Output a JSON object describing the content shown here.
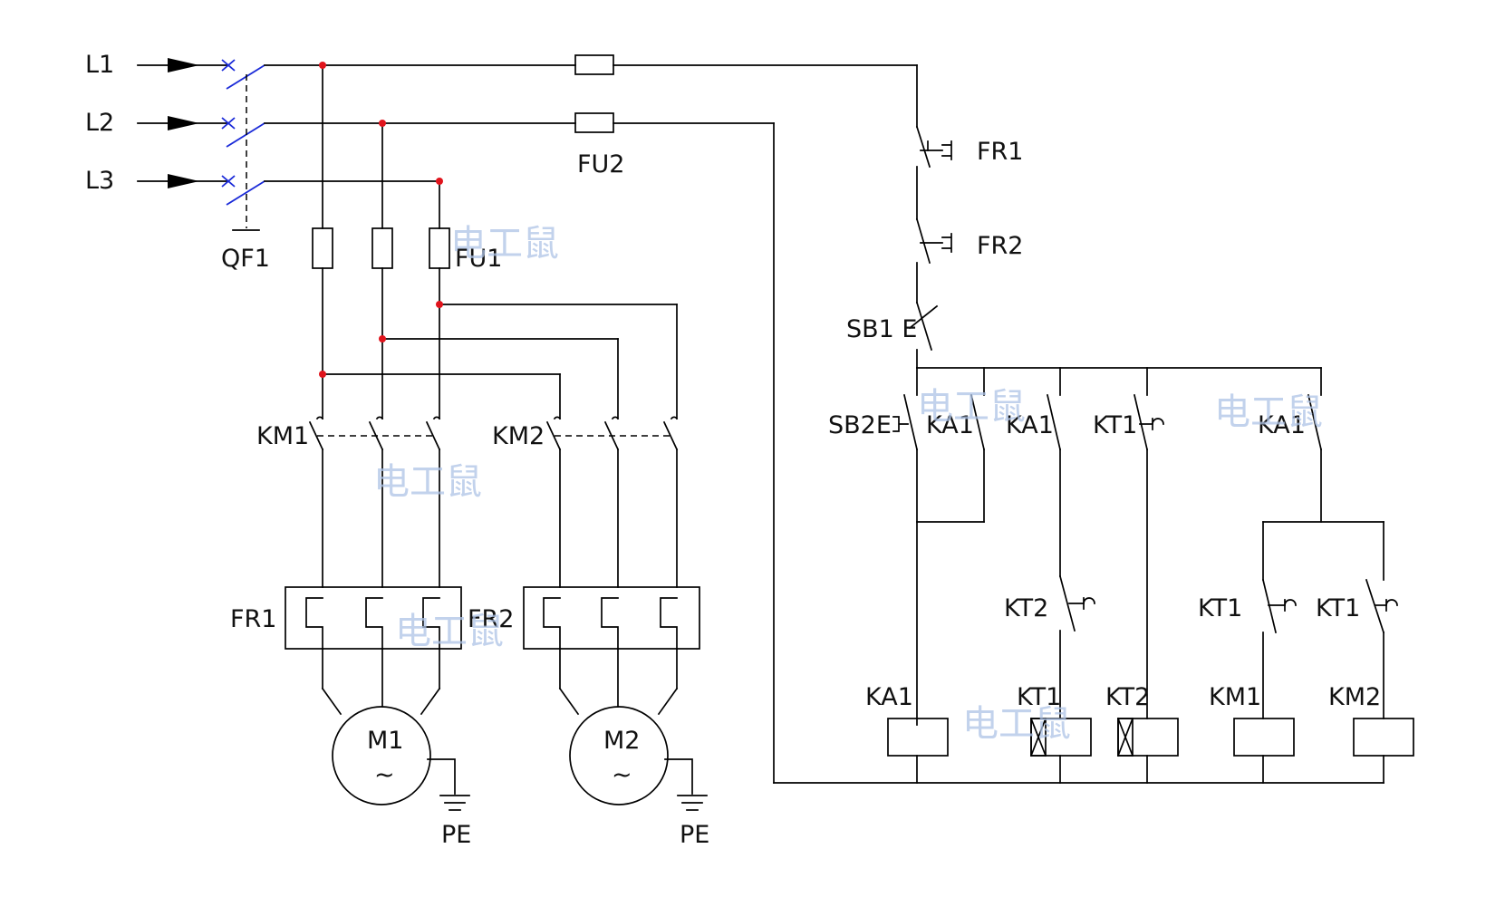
{
  "labels": {
    "l1": "L1",
    "l2": "L2",
    "l3": "L3",
    "qf1": "QF1",
    "fu1": "FU1",
    "fu2": "FU2",
    "km1_main": "KM1",
    "km2_main": "KM2",
    "fr1_main": "FR1",
    "fr2_main": "FR2",
    "m1": "M1",
    "m2": "M2",
    "tilde": "~",
    "pe1": "PE",
    "pe2": "PE",
    "fr1_ctrl": "FR1",
    "fr2_ctrl": "FR2",
    "sb1": "SB1 E",
    "sb2": "SB2E",
    "ka1_a": "KA1",
    "ka1_b": "KA1",
    "kt1_a": "KT1",
    "ka1_c": "KA1",
    "kt2_contact": "KT2",
    "kt1_contact1": "KT1",
    "kt1_contact2": "KT1",
    "coil_ka1": "KA1",
    "coil_kt1": "KT1",
    "coil_kt2": "KT2",
    "coil_km1": "KM1",
    "coil_km2": "KM2"
  },
  "watermark": "电工鼠",
  "colors": {
    "junction": "#e0141c",
    "breaker": "#1a2ad8",
    "watermark": "#aec3e6"
  }
}
